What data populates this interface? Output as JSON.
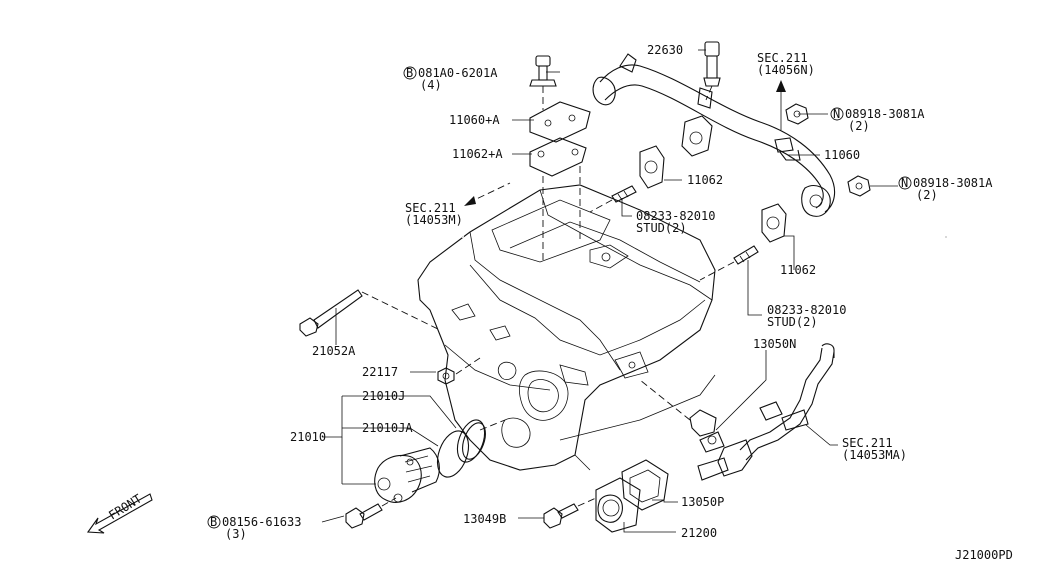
{
  "diagram_id": "J21000PD",
  "front_label": "FRONT",
  "parts": {
    "bolt_081a0": {
      "prefix": "B",
      "number": "081A0-6201A",
      "qty": "(4)"
    },
    "p11060a": "11060+A",
    "p11062a": "11062+A",
    "sec211_14053m": {
      "sec": "SEC.211",
      "ref": "(14053M)"
    },
    "p22630": "22630",
    "sec211_14056n": {
      "sec": "SEC.211",
      "ref": "(14056N)"
    },
    "nut_08918_top": {
      "prefix": "N",
      "number": "08918-3081A",
      "qty": "(2)"
    },
    "p11060": "11060",
    "nut_08918_mid": {
      "prefix": "N",
      "number": "08918-3081A",
      "qty": "(2)"
    },
    "p11062_upper": "11062",
    "stud_upper": {
      "number": "08233-82010",
      "qty": "STUD(2)"
    },
    "p11062_lower": "11062",
    "stud_lower": {
      "number": "08233-82010",
      "qty": "STUD(2)"
    },
    "p21052a": "21052A",
    "p13050n": "13050N",
    "p22117": "22117",
    "p21010j": "21010J",
    "p21010": "21010",
    "p21010ja": "21010JA",
    "sec211_14053ma": {
      "sec": "SEC.211",
      "ref": "(14053MA)"
    },
    "bolt_08156": {
      "prefix": "B",
      "number": "08156-61633",
      "qty": "(3)"
    },
    "p13050p": "13050P",
    "p13049b": "13049B",
    "p21200": "21200"
  }
}
